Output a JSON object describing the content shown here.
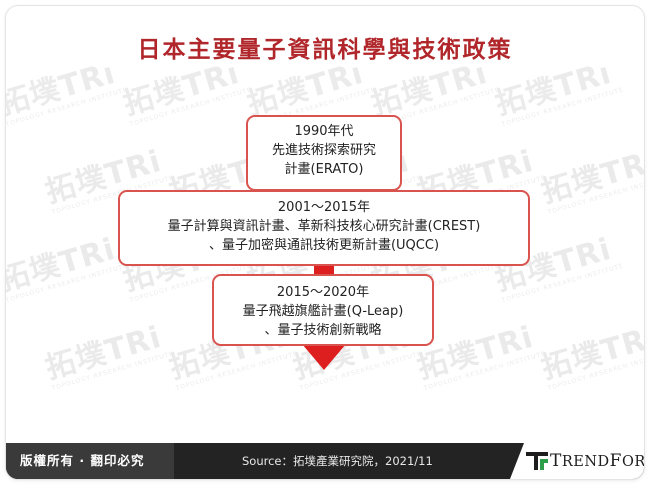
{
  "title": "日本主要量子資訊科學與技術政策",
  "watermark": {
    "text": "拓墣TRi",
    "subtext": "TOPOLOGY RESEARCH INSTITUTE"
  },
  "stages": [
    {
      "lines": [
        "1990年代",
        "先進技術探索研究",
        "計畫(ERATO)"
      ]
    },
    {
      "lines": [
        "2001～2015年",
        "量子計算與資訊計畫、革新科技核心研究計畫(CREST)",
        "、量子加密與通訊技術更新計畫(UQCC)"
      ]
    },
    {
      "lines": [
        "2015～2020年",
        "量子飛越旗艦計畫(Q-Leap)",
        "、量子技術創新戰略"
      ]
    }
  ],
  "footer": {
    "rights": "版權所有 · 翻印必究",
    "source": "Source：拓墣產業研究院，2021/11",
    "logo_text_initial_1": "T",
    "logo_text_rest_1": "REND",
    "logo_text_initial_2": "F",
    "logo_text_rest_2": "ORCE"
  },
  "colors": {
    "title": "#b0262a",
    "box_border": "#d9534f",
    "arrow": "#dd1f1f",
    "footer_bg": "#232323",
    "logo_accent": "#2e9e4a"
  }
}
